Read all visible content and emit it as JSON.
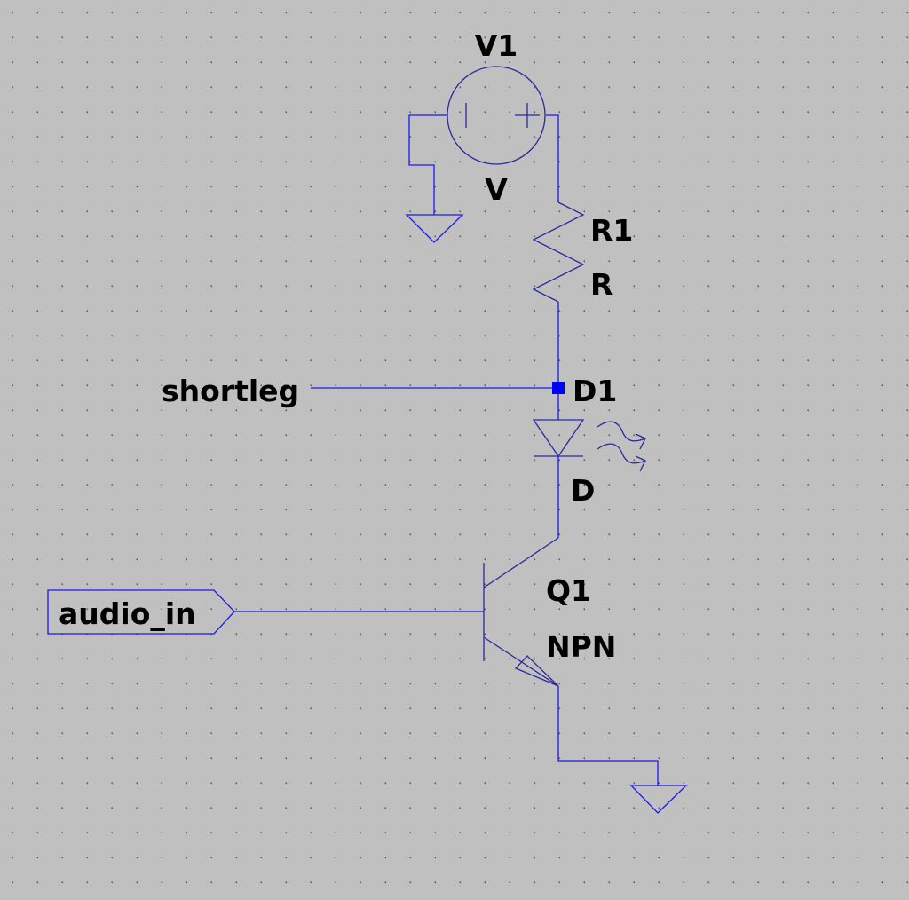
{
  "colors": {
    "background": "#c0c0c0",
    "grid_dot": "#5a5a5a",
    "wire": "#1a1ae8",
    "symbol": "#2a2a9a",
    "junction": "#0000ff",
    "text": "#000000"
  },
  "components": {
    "V1": {
      "ref": "V1",
      "value": "V",
      "type": "voltage-source"
    },
    "R1": {
      "ref": "R1",
      "value": "R",
      "type": "resistor"
    },
    "D1": {
      "ref": "D1",
      "value": "D",
      "type": "led"
    },
    "Q1": {
      "ref": "Q1",
      "value": "NPN",
      "type": "npn-transistor"
    }
  },
  "net_labels": {
    "shortleg": "shortleg",
    "audio_in": "audio_in"
  }
}
